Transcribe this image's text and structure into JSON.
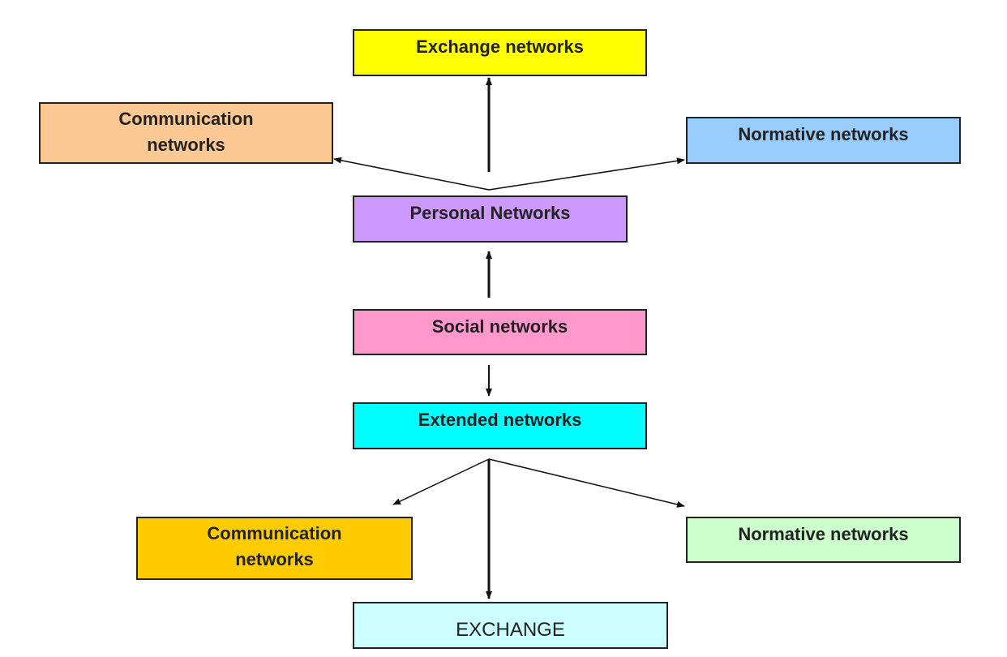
{
  "nodes": {
    "exchange_networks": {
      "label": "Exchange networks",
      "color": "#ffff00"
    },
    "communication_top": {
      "line1": "Communication",
      "line2": "networks",
      "color": "#fcc894"
    },
    "normative_top": {
      "label": "Normative networks",
      "color": "#99ccff"
    },
    "personal": {
      "label": "Personal Networks",
      "color": "#cc99ff"
    },
    "social": {
      "label": "Social networks",
      "color": "#ff99cc"
    },
    "extended": {
      "label": "Extended networks",
      "color": "#00ffff"
    },
    "communication_bottom": {
      "line1": "Communication",
      "line2": "networks",
      "color": "#ffcc00"
    },
    "normative_bottom": {
      "label": "Normative networks",
      "color": "#ccffcc"
    },
    "exchange": {
      "label": "EXCHANGE",
      "color": "#ccffff"
    }
  }
}
